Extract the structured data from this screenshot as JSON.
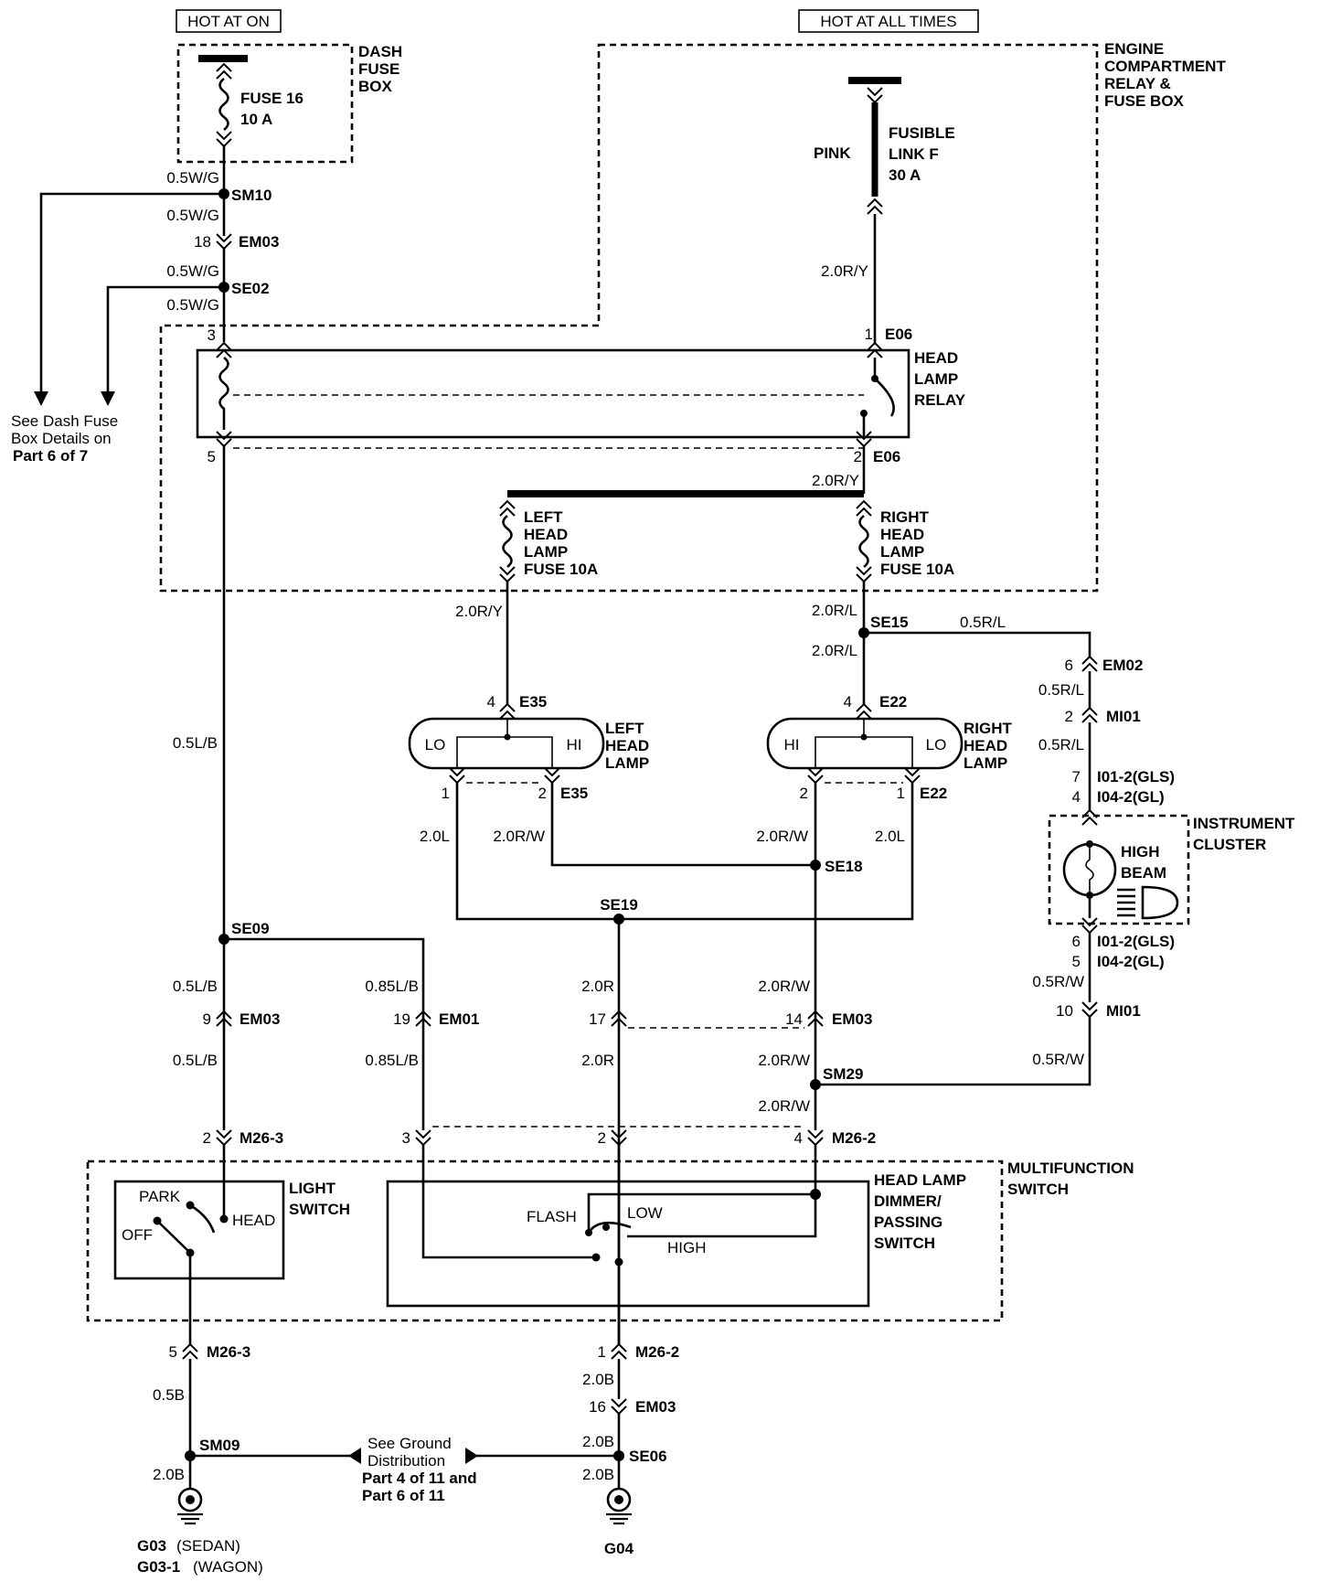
{
  "power": {
    "hot_at_on": "HOT AT ON",
    "hot_at_all_times": "HOT AT ALL TIMES"
  },
  "boxes": {
    "dash_fuse_box": [
      "DASH",
      "FUSE",
      "BOX"
    ],
    "engine_box": [
      "ENGINE",
      "COMPARTMENT",
      "RELAY &",
      "FUSE BOX"
    ],
    "multifunction": [
      "MULTIFUNCTION",
      "SWITCH"
    ],
    "instrument_cluster": [
      "INSTRUMENT",
      "CLUSTER"
    ]
  },
  "fuses": {
    "fuse16": [
      "FUSE 16",
      "10 A"
    ],
    "fusible_link": [
      "FUSIBLE",
      "LINK F",
      "30 A"
    ],
    "fusible_color": "PINK",
    "left_head_fuse": [
      "LEFT",
      "HEAD",
      "LAMP",
      "FUSE 10A"
    ],
    "right_head_fuse": [
      "RIGHT",
      "HEAD",
      "LAMP",
      "FUSE 10A"
    ]
  },
  "relay": {
    "label": [
      "HEAD",
      "LAMP",
      "RELAY"
    ]
  },
  "lamps": {
    "left": {
      "label": [
        "LEFT",
        "HEAD",
        "LAMP"
      ],
      "lo": "LO",
      "hi": "HI"
    },
    "right": {
      "label": [
        "RIGHT",
        "HEAD",
        "LAMP"
      ],
      "lo": "LO",
      "hi": "HI"
    },
    "high_beam": [
      "HIGH",
      "BEAM"
    ]
  },
  "switches": {
    "light_switch": [
      "LIGHT",
      "SWITCH"
    ],
    "positions": {
      "park": "PARK",
      "off": "OFF",
      "head": "HEAD"
    },
    "dimmer": [
      "HEAD LAMP",
      "DIMMER/",
      "PASSING",
      "SWITCH"
    ],
    "dimmer_positions": {
      "flash": "FLASH",
      "low": "LOW",
      "high": "HIGH"
    }
  },
  "notes": {
    "dash_fuse": [
      "See Dash Fuse",
      "Box Details on",
      "Part 6 of 7"
    ],
    "ground": [
      "See Ground",
      "Distribution",
      "Part 4 of 11 and",
      "Part 6 of 11"
    ]
  },
  "grounds": {
    "g03": {
      "id": "G03",
      "note": "(SEDAN)"
    },
    "g03_1": {
      "id": "G03-1",
      "note": "(WAGON)"
    },
    "g04": "G04"
  },
  "wires": {
    "w_0_5wg_a": "0.5W/G",
    "w_0_5wg_b": "0.5W/G",
    "w_0_5wg_c": "0.5W/G",
    "w_0_5wg_d": "0.5W/G",
    "w_2_0ry_a": "2.0R/Y",
    "w_2_0ry_b": "2.0R/Y",
    "w_2_0ry_c": "2.0R/Y",
    "w_2_0rl_a": "2.0R/L",
    "w_2_0rl_b": "2.0R/L",
    "w_0_5rl_a": "0.5R/L",
    "w_0_5rl_b": "0.5R/L",
    "w_0_5rl_c": "0.5R/L",
    "w_0_5lb_a": "0.5L/B",
    "w_0_5lb_b": "0.5L/B",
    "w_0_5lb_c": "0.5L/B",
    "w_2_0l_a": "2.0L",
    "w_2_0l_b": "2.0L",
    "w_2_0rw_a": "2.0R/W",
    "w_2_0rw_b": "2.0R/W",
    "w_2_0rw_c": "2.0R/W",
    "w_2_0rw_d": "2.0R/W",
    "w_2_0rw_e": "2.0R/W",
    "w_0_85lb_a": "0.85L/B",
    "w_0_85lb_b": "0.85L/B",
    "w_2_0r_a": "2.0R",
    "w_2_0r_b": "2.0R",
    "w_0_5rw_a": "0.5R/W",
    "w_0_5rw_b": "0.5R/W",
    "w_0_5b": "0.5B",
    "w_2_0b_a": "2.0B",
    "w_2_0b_b": "2.0B",
    "w_2_0b_c": "2.0B",
    "w_2_0b_d": "2.0B"
  },
  "splices": {
    "sm10": "SM10",
    "se02": "SE02",
    "se15": "SE15",
    "se18": "SE18",
    "se19": "SE19",
    "se09": "SE09",
    "sm29": "SM29",
    "sm09": "SM09",
    "se06": "SE06"
  },
  "connectors": {
    "em03_18": {
      "pin": "18",
      "id": "EM03"
    },
    "e06_1": {
      "pin": "1",
      "id": "E06"
    },
    "relay_3": {
      "pin": "3"
    },
    "relay_5": {
      "pin": "5"
    },
    "e06_2": {
      "pin": "2",
      "id": "E06"
    },
    "em02_6": {
      "pin": "6",
      "id": "EM02"
    },
    "mi01_2": {
      "pin": "2",
      "id": "MI01"
    },
    "e35_4": {
      "pin": "4",
      "id": "E35"
    },
    "e22_4": {
      "pin": "4",
      "id": "E22"
    },
    "e35_1": {
      "pin": "1"
    },
    "e35_2": {
      "pin": "2",
      "id": "E35"
    },
    "e22_2": {
      "pin": "2"
    },
    "e22_1": {
      "pin": "1",
      "id": "E22"
    },
    "i01_in": {
      "pin1": "7",
      "id1": "I01-2(GLS)",
      "pin2": "4",
      "id2": "I04-2(GL)"
    },
    "i01_out": {
      "pin1": "6",
      "id1": "I01-2(GLS)",
      "pin2": "5",
      "id2": "I04-2(GL)"
    },
    "mi01_10": {
      "pin": "10",
      "id": "MI01"
    },
    "em03_9": {
      "pin": "9",
      "id": "EM03"
    },
    "em01_19": {
      "pin": "19",
      "id": "EM01"
    },
    "em03_17": {
      "pin": "17"
    },
    "em03_14": {
      "pin": "14",
      "id": "EM03"
    },
    "m263_2": {
      "pin": "2",
      "id": "M26-3"
    },
    "m262_3": {
      "pin": "3"
    },
    "m262_2": {
      "pin": "2"
    },
    "m262_4": {
      "pin": "4",
      "id": "M26-2"
    },
    "m263_5": {
      "pin": "5",
      "id": "M26-3"
    },
    "m262_1": {
      "pin": "1",
      "id": "M26-2"
    },
    "em03_16": {
      "pin": "16",
      "id": "EM03"
    }
  }
}
